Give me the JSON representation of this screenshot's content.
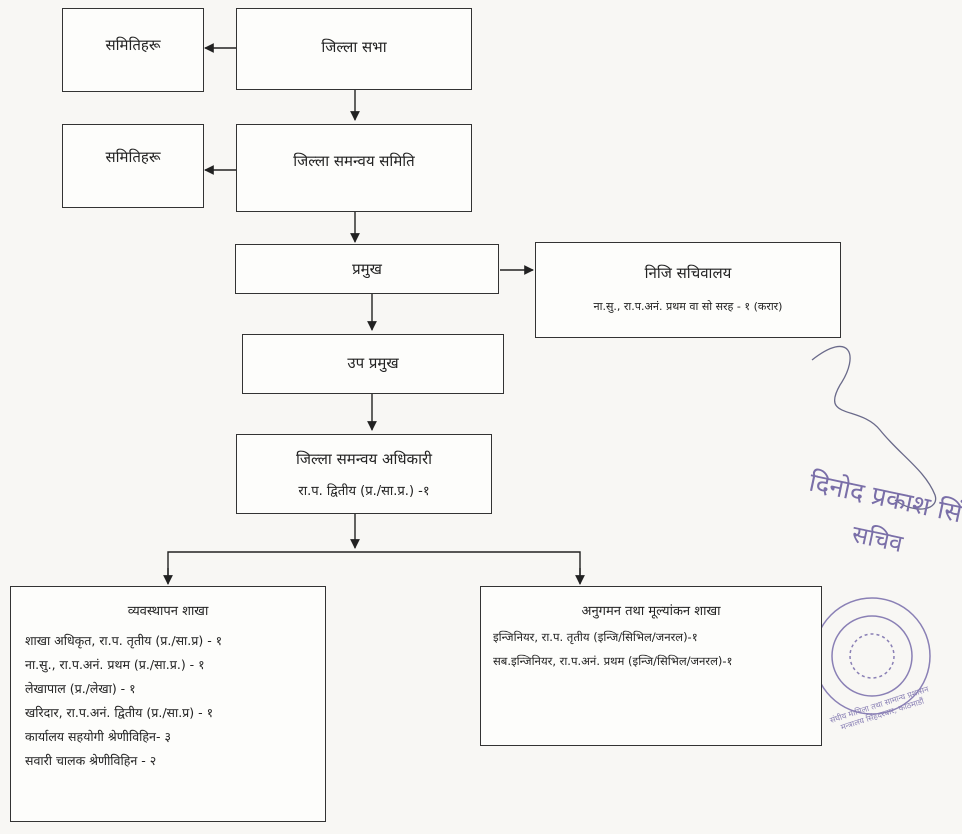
{
  "chart": {
    "district_assembly": "जिल्ला सभा",
    "committees_1": "समितिहरू",
    "coordination_committee": "जिल्ला समन्वय समिति",
    "committees_2": "समितिहरू",
    "chief": "प्रमुख",
    "private_secretariat": {
      "title": "निजि सचिवालय",
      "detail": "ना.सु., रा.प.अनं. प्रथम वा सो सरह - १ (करार)"
    },
    "deputy_chief": "उप प्रमुख",
    "coordination_officer": {
      "title": "जिल्ला समन्वय अधिकारी",
      "detail": "रा.प. द्वितीय (प्र./सा.प्र.) -१"
    },
    "admin_branch": {
      "title": "व्यवस्थापन शाखा",
      "rows": [
        "शाखा अधिकृत, रा.प. तृतीय (प्र./सा.प्र) - १",
        "ना.सु., रा.प.अनं. प्रथम (प्र./सा.प्र.) - १",
        "लेखापाल (प्र./लेखा) - १",
        "खरिदार, रा.प.अनं. द्वितीय (प्र./सा.प्र) - १",
        "कार्यालय सहयोगी श्रेणीविहिन- ३",
        "सवारी चालक श्रेणीविहिन - २"
      ]
    },
    "monitoring_branch": {
      "title": "अनुगमन तथा मूल्यांकन शाखा",
      "rows": [
        "इन्जिनियर, रा.प. तृतीय (इन्जि/सिभिल/जनरल)-१",
        "सब.इन्जिनियर, रा.प.अनं. प्रथम (इन्जि/सिभिल/जनरल)-१"
      ]
    }
  },
  "signature": {
    "name": "दिनोद प्रकाश सिंह",
    "designation": "सचिव"
  },
  "stamp": {
    "text": "संघीय मामिला तथा सामान्य प्रशासन मन्त्रालय सिंहदरबार, काठमाडौं"
  }
}
